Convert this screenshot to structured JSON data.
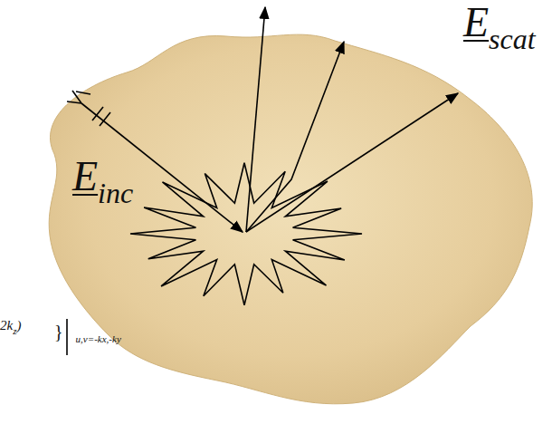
{
  "diagram": {
    "labels": [
      "E",
      "scat",
      "E",
      "inc",
      "2k",
      "z",
      ")",
      "}",
      "u,v=-k",
      "x",
      ",-k",
      "y"
    ]
  }
}
